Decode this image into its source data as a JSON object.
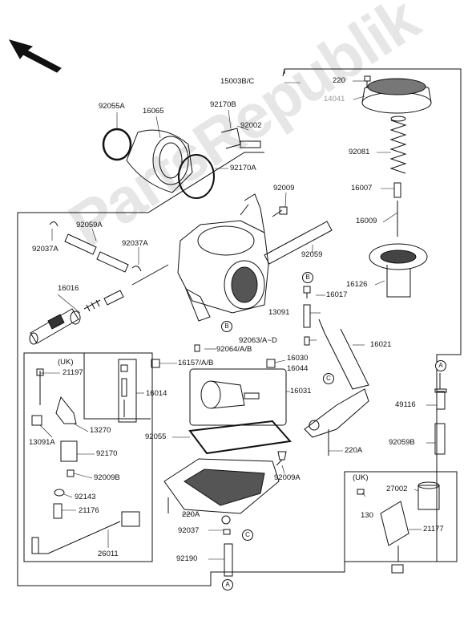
{
  "watermark": "PartsRepublik",
  "labels": {
    "l15003": "15003B/C",
    "l220": "220",
    "l14041": "14041",
    "l92081": "92081",
    "l16007": "16007",
    "l16009": "16009",
    "l16126": "16126",
    "l92055A": "92055A",
    "l16065": "16065",
    "l92170B": "92170B",
    "l92002": "92002",
    "l92170A": "92170A",
    "l92009": "92009",
    "l92059A": "92059A",
    "l92037A_a": "92037A",
    "l92037A_b": "92037A",
    "l92059": "92059",
    "l16016": "16016",
    "l16017": "16017",
    "l13091": "13091",
    "l92063": "92063/A~D",
    "l92064": "92064/A/B",
    "l16021": "16021",
    "l16030": "16030",
    "l16044": "16044",
    "l16157": "16157/A/B",
    "l16014": "16014",
    "l16031": "16031",
    "l220A_a": "220A",
    "l220A_b": "220A",
    "l92055": "92055",
    "l92009A": "92009A",
    "l92037": "92037",
    "l92190": "92190",
    "l49116": "49116",
    "l92059B": "92059B",
    "luk1": "(UK)",
    "luk2": "(UK)",
    "l21197": "21197",
    "l13091A": "13091A",
    "l13270": "13270",
    "l92170": "92170",
    "l92009B": "92009B",
    "l92143": "92143",
    "l21176": "21176",
    "l26011": "26011",
    "l27002": "27002",
    "l130": "130",
    "l21177": "21177"
  },
  "callouts": {
    "A1": "A",
    "A2": "A",
    "B1": "B",
    "B2": "B",
    "C1": "C",
    "C2": "C"
  }
}
